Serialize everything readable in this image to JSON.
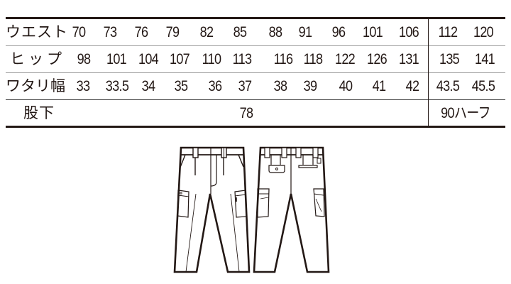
{
  "size_chart": {
    "rows": [
      {
        "label": "ウエスト",
        "values": [
          "70",
          "73",
          "76",
          "79",
          "82",
          "85",
          "88",
          "91",
          "96",
          "101",
          "106"
        ],
        "extended_values": [
          "112",
          "120"
        ]
      },
      {
        "label": "ヒップ",
        "values": [
          "98",
          "101",
          "104",
          "107",
          "110",
          "113",
          "116",
          "118",
          "122",
          "126",
          "131"
        ],
        "extended_values": [
          "135",
          "141"
        ]
      },
      {
        "label": "ワタリ幅",
        "values": [
          "33",
          "33.5",
          "34",
          "35",
          "36",
          "37",
          "38",
          "39",
          "40",
          "41",
          "42"
        ],
        "extended_values": [
          "43.5",
          "45.5"
        ]
      },
      {
        "label": "股下",
        "value": "78",
        "extended_value": "90ハーフ"
      }
    ]
  },
  "illustration": {
    "front_view": "pants-front-icon",
    "back_view": "pants-back-icon"
  },
  "colors": {
    "ink": "#231815",
    "divider_gray": "#9a9a9a"
  }
}
